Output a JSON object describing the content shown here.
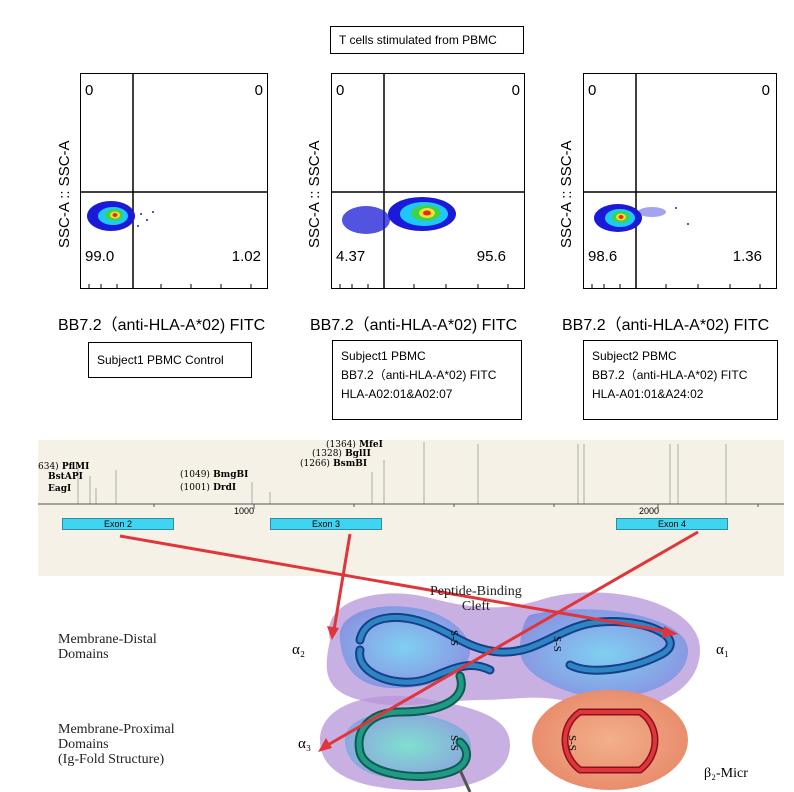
{
  "header_box": "T cells stimulated from PBMC",
  "panels": [
    {
      "q_ul": "0",
      "q_ur": "0",
      "q_ll": "99.0",
      "q_lr": "1.02",
      "ylabel": "SSC-A :: SSC-A",
      "xlabel": "BB7.2（anti-HLA-A*02) FITC",
      "desc": [
        "Subject1 PBMC Control"
      ]
    },
    {
      "q_ul": "0",
      "q_ur": "0",
      "q_ll": "4.37",
      "q_lr": "95.6",
      "ylabel": "SSC-A :: SSC-A",
      "xlabel": "BB7.2（anti-HLA-A*02) FITC",
      "desc": [
        "Subject1 PBMC",
        "BB7.2（anti-HLA-A*02) FITC",
        "HLA-A02:01&A02:07"
      ]
    },
    {
      "q_ul": "0",
      "q_ur": "0",
      "q_ll": "98.6",
      "q_lr": "1.36",
      "ylabel": "SSC-A :: SSC-A",
      "xlabel": "BB7.2（anti-HLA-A*02) FITC",
      "desc": [
        "Subject2 PBMC",
        "BB7.2（anti-HLA-A*02) FITC",
        "HLA-A01:01&A24:02"
      ]
    }
  ],
  "gene_map": {
    "sites": [
      {
        "pos": "634)",
        "name": "PflMI"
      },
      {
        "pos": "",
        "name": "BstAPI"
      },
      {
        "pos": "",
        "name": "EagI"
      },
      {
        "pos": "(1049)",
        "name": "BmgBI"
      },
      {
        "pos": "(1001)",
        "name": "DrdI"
      },
      {
        "pos": "(1364)",
        "name": "MfeI"
      },
      {
        "pos": "(1328)",
        "name": "BglII"
      },
      {
        "pos": "(1266)",
        "name": "BsmBI"
      }
    ],
    "ruler": [
      "1000",
      "2000"
    ],
    "exons": [
      "Exon 2",
      "Exon 3",
      "Exon 4"
    ]
  },
  "structure": {
    "cleft": "Peptide-Binding\nCleft",
    "distal": "Membrane-Distal\nDomains",
    "proximal": "Membrane-Proximal\nDomains\n(Ig-Fold Structure)",
    "a1": "α₁",
    "a2": "α₂",
    "a3": "α₃",
    "b2m": "β₂-Micr",
    "ss": "S-S"
  },
  "colors": {
    "arrow": "#e0353a",
    "exon": "#3fd5f0",
    "membrane": "#a98fd0"
  }
}
